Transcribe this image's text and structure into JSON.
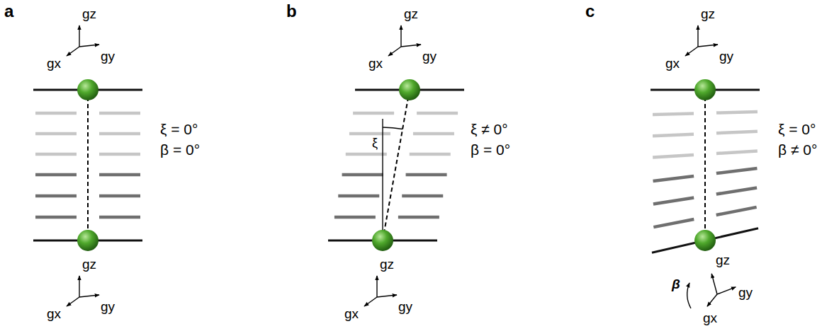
{
  "diagram": {
    "labels": [
      "a",
      "gz",
      "gx",
      "gy",
      "ξ = 0°",
      "β = 0°",
      "gz",
      "gx",
      "gy",
      "b",
      "gz",
      "gx",
      "gy",
      "ξ",
      "ξ ≠ 0°",
      "β = 0°",
      "gz",
      "gx",
      "gy",
      "c",
      "gz",
      "gx",
      "gy",
      "ξ = 0°",
      "β ≠ 0°",
      "β",
      "gz",
      "gx",
      "gy"
    ]
  }
}
